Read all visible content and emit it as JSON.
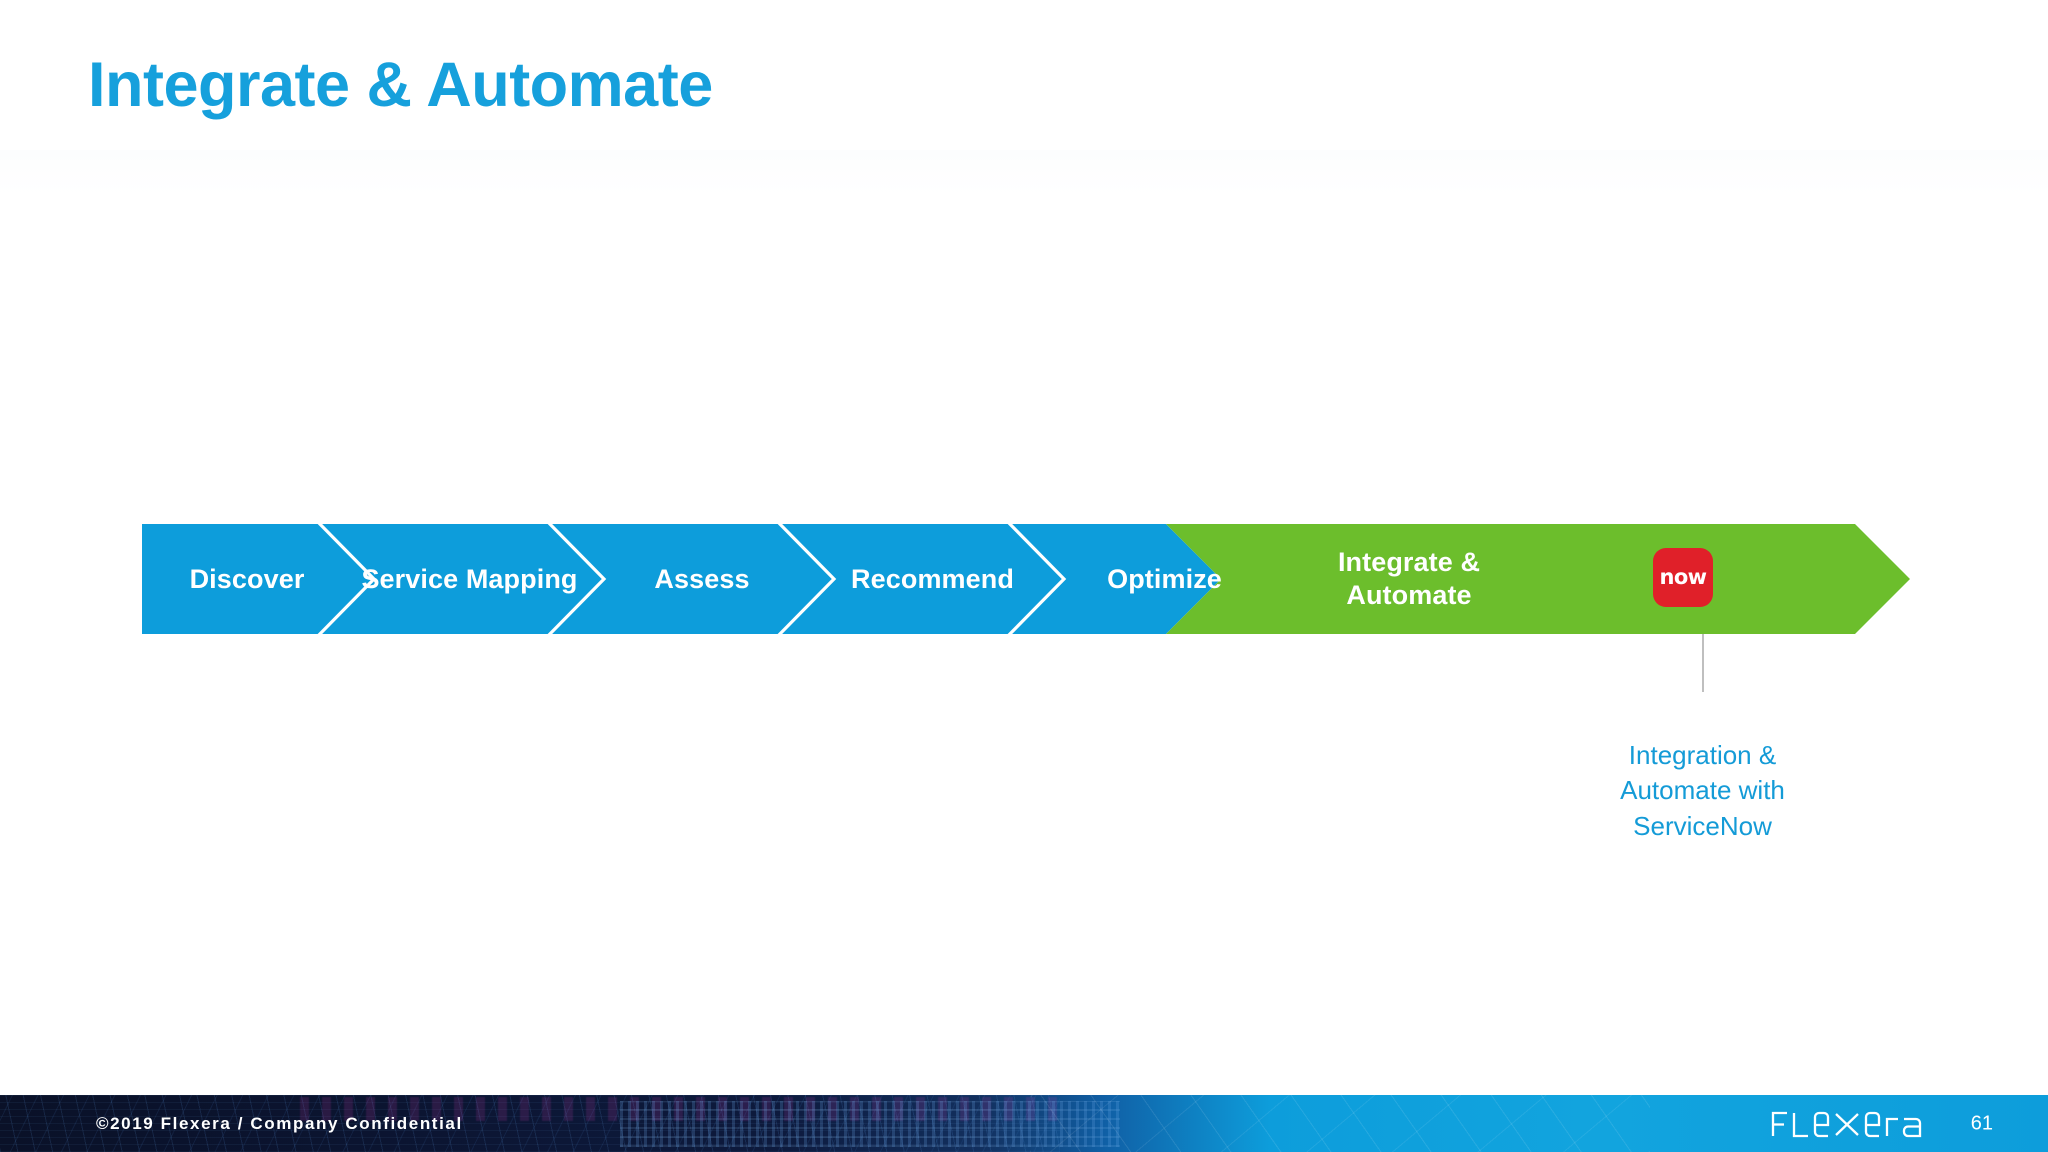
{
  "slide": {
    "title": "Integrate & Automate",
    "title_color": "#16A0DC"
  },
  "process": {
    "bar_color_default": "#0D9DDB",
    "bar_color_highlight": "#6CBE2C",
    "separator_color": "#FFFFFF",
    "stages": [
      {
        "label": "Discover",
        "highlight": false
      },
      {
        "label": "Service Mapping",
        "highlight": false
      },
      {
        "label": "Assess",
        "highlight": false
      },
      {
        "label": "Recommend",
        "highlight": false
      },
      {
        "label": "Optimize",
        "highlight": false
      },
      {
        "label_line1": "Integrate &",
        "label_line2": "Automate",
        "highlight": true
      }
    ]
  },
  "badge": {
    "name": "servicenow-logo",
    "text": "now",
    "background": "#E02029",
    "text_color": "#FFFFFF"
  },
  "callout": {
    "line1": "Integration &",
    "line2": "Automate with",
    "line3": "ServiceNow",
    "color": "#149BD7"
  },
  "footer": {
    "copyright": "©2019 Flexera / Company Confidential",
    "brand": "FLEXERA",
    "page_number": "61",
    "bar_color": "#0D9DDB"
  }
}
